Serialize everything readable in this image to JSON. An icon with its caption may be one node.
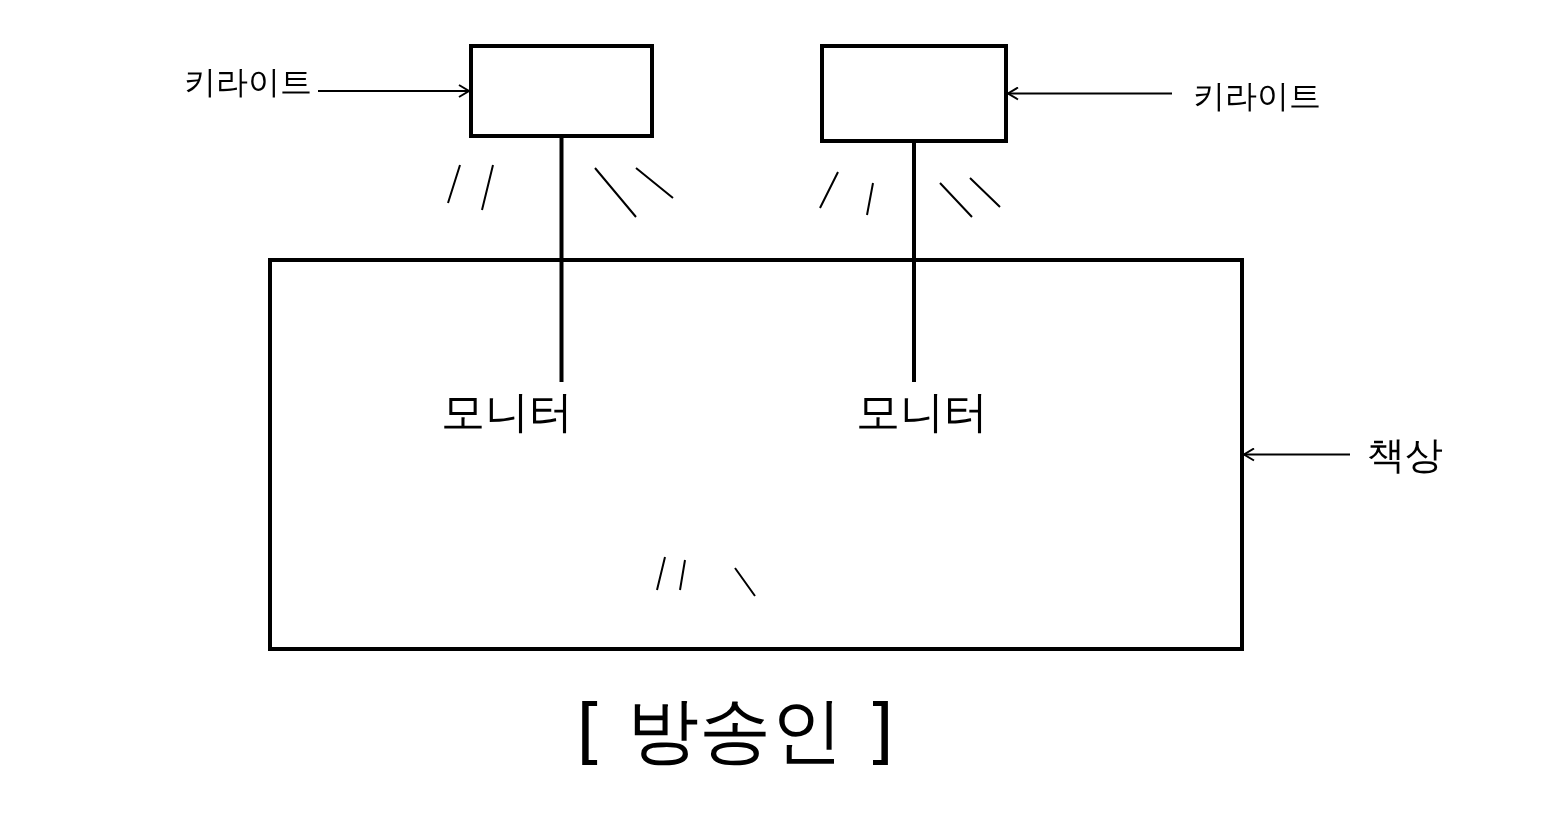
{
  "diagram": {
    "nodes": [
      {
        "text": [
          "키라이트"
        ]
      },
      {
        "text": [],
        "shape": "box"
      },
      {
        "text": [],
        "shape": "box"
      },
      {
        "text": [
          "키라이트"
        ]
      },
      {
        "text": [],
        "shape": "box"
      },
      {
        "text": [
          "모니터"
        ],
        "in": 4
      },
      {
        "text": [
          "모니터"
        ],
        "in": 4
      },
      {
        "text": [
          "책상"
        ]
      }
    ],
    "edges": [
      {
        "from": 0,
        "to": 1,
        "arrow": "to"
      },
      {
        "from": 3,
        "to": 2,
        "arrow": "to"
      },
      {
        "from": 1,
        "to": 5,
        "arrow": "none"
      },
      {
        "from": 2,
        "to": 6,
        "arrow": "none"
      },
      {
        "from": 7,
        "to": 4,
        "arrow": "to"
      }
    ],
    "labels": [
      "[ 방송인 ]"
    ]
  }
}
